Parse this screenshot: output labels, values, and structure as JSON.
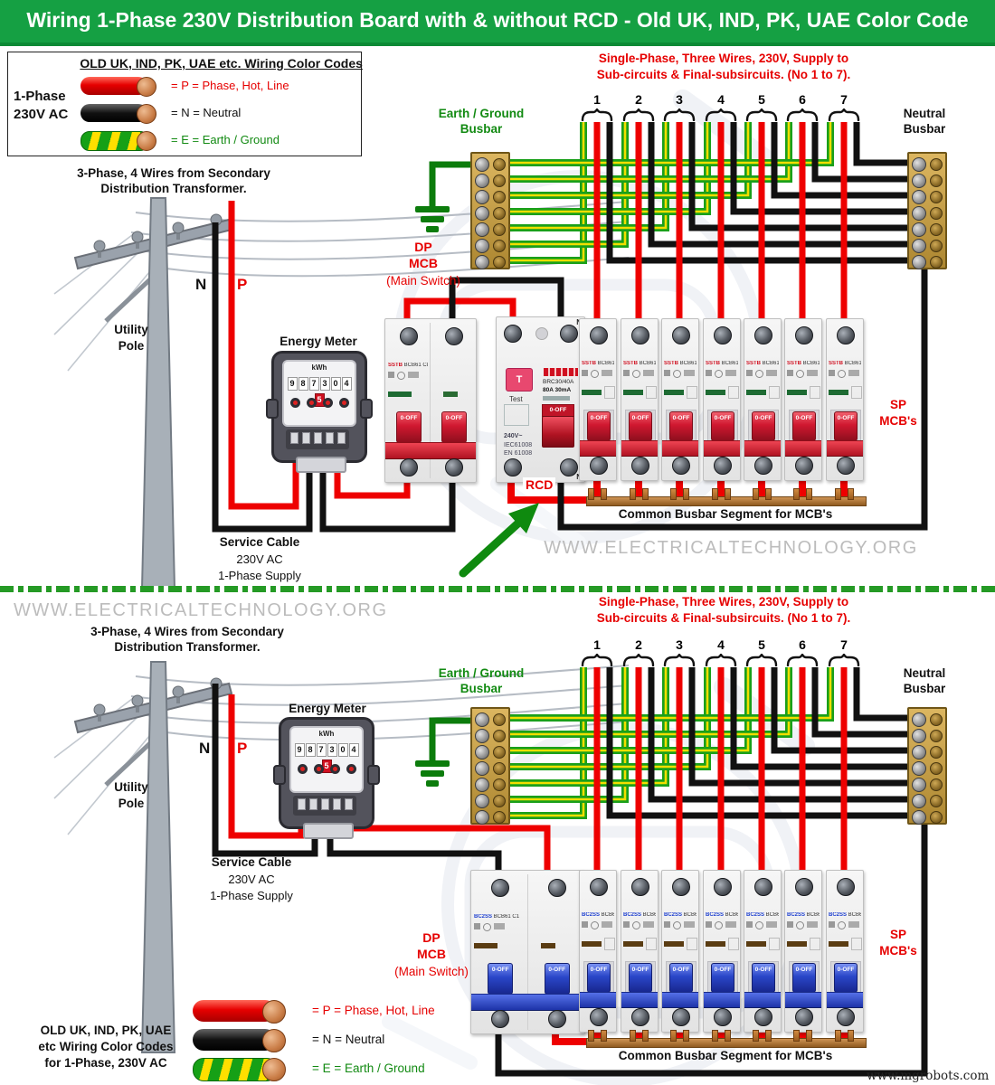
{
  "title": "Wiring 1-Phase 230V Distribution Board with & without RCD - Old UK, IND, PK, UAE Color Code",
  "colors": {
    "title_bar_green": "#15a043",
    "wire_red": "#ee0000",
    "wire_black": "#111111",
    "earth_green": "#1aa01a",
    "earth_yellow": "#f2de00",
    "label_red": "#e60000",
    "label_green": "#128a12",
    "brass": "#c9a44c",
    "copper_busbar": "#b5722f",
    "switch_red": "#d01830",
    "switch_blue": "#2a46c8",
    "watermark_gray": "#bcbcbc"
  },
  "legend_box": {
    "heading": "OLD UK, IND, PK, UAE etc. Wiring Color Codes",
    "phase_lines": [
      "1-Phase",
      "230V AC"
    ],
    "rows": [
      {
        "wire": "red",
        "label": "= P = Phase, Hot, Line"
      },
      {
        "wire": "black",
        "label": "= N = Neutral"
      },
      {
        "wire": "earth",
        "label": "= E = Earth / Ground"
      }
    ]
  },
  "top": {
    "transformer_lines": [
      "3-Phase, 4 Wires from Secondary",
      "Distribution Transformer."
    ],
    "utility_lines": [
      "Utility",
      "Pole"
    ],
    "n": "N",
    "p": "P",
    "meter_label": "Energy Meter",
    "meter": {
      "unit": "kWh",
      "digits": "987304",
      "last_digit": "5"
    },
    "dp_lines": [
      "DP",
      "MCB",
      "(Main Switch)"
    ],
    "earth_busbar_lines": [
      "Earth / Ground",
      "Busbar"
    ],
    "neutral_busbar_lines": [
      "Neutral",
      "Busbar"
    ],
    "supply_lines": [
      "Single-Phase, Three Wires, 230V, Supply to",
      "Sub-circuits & Final-subsircuits. (No 1 to 7)."
    ],
    "circuits": [
      "1",
      "2",
      "3",
      "4",
      "5",
      "6",
      "7"
    ],
    "rcd_tag": "RCD",
    "rcd": {
      "n": "N",
      "test_button": "T",
      "test": "Test",
      "model": "BRC30/40A",
      "rating": "80A 30mA",
      "switch": "0-OFF",
      "volts": "240V~",
      "std1": "IEC61008",
      "std2": "EN 61008"
    },
    "sp_lines": [
      "SP",
      "MCB's"
    ],
    "breaker": {
      "switch": "0-OFF",
      "brand": "SSTB",
      "model": "BCB61 C8"
    },
    "common_busbar": "Common Busbar Segment for MCB's",
    "watermark": "WWW.ELECTRICALTECHNOLOGY.ORG",
    "service_lines": [
      "Service Cable",
      "230V AC",
      "1-Phase Supply"
    ]
  },
  "bottom": {
    "watermark": "WWW.ELECTRICALTECHNOLOGY.ORG",
    "transformer_lines": [
      "3-Phase, 4 Wires from Secondary",
      "Distribution Transformer."
    ],
    "utility_lines": [
      "Utility",
      "Pole"
    ],
    "n": "N",
    "p": "P",
    "meter_label": "Energy Meter",
    "meter": {
      "unit": "kWh",
      "digits": "987304",
      "last_digit": "5"
    },
    "dp_lines": [
      "DP",
      "MCB",
      "(Main Switch)"
    ],
    "earth_busbar_lines": [
      "Earth / Ground",
      "Busbar"
    ],
    "neutral_busbar_lines": [
      "Neutral",
      "Busbar"
    ],
    "supply_lines": [
      "Single-Phase, Three Wires, 230V, Supply to",
      "Sub-circuits & Final-subsircuits. (No 1 to 7)."
    ],
    "circuits": [
      "1",
      "2",
      "3",
      "4",
      "5",
      "6",
      "7"
    ],
    "sp_lines": [
      "SP",
      "MCB's"
    ],
    "breaker": {
      "switch": "0-OFF",
      "brand": "BC2SS",
      "model": "BCB61 C1"
    },
    "common_busbar": "Common Busbar Segment for MCB's",
    "service_lines": [
      "Service Cable",
      "230V AC",
      "1-Phase Supply"
    ],
    "legend_lines": [
      "OLD UK, IND, PK, UAE",
      "etc Wiring Color Codes",
      "for 1-Phase, 230V AC"
    ],
    "legend_rows": [
      {
        "wire": "red",
        "label": "= P = Phase, Hot, Line"
      },
      {
        "wire": "black",
        "label": "= N = Neutral"
      },
      {
        "wire": "earth",
        "label": "= E = Earth / Ground"
      }
    ],
    "website": "www.mgrobots.com"
  }
}
